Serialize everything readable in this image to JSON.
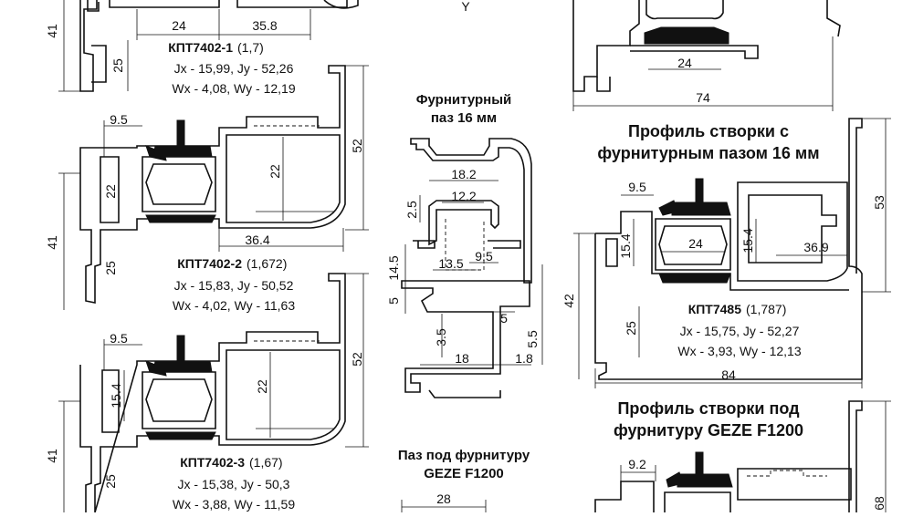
{
  "profiles": {
    "p1": {
      "code": "КПТ7402-1",
      "ratio": "(1,7)",
      "jx": "Jx - 15,99, Jy - 52,26",
      "wx": "Wx - 4,08, Wy - 12,19",
      "dims": {
        "h1": "41",
        "h2": "25",
        "w1": "24",
        "w2": "35.8"
      }
    },
    "p2": {
      "code": "КПТ7402-2",
      "ratio": "(1,672)",
      "jx": "Jx - 15,83, Jy - 50,52",
      "wx": "Wx - 4,02, Wy - 11,63",
      "dims": {
        "w1": "9.5",
        "h1": "22",
        "h2": "22",
        "h3": "52",
        "h4": "41",
        "h5": "25",
        "w2": "36.4"
      }
    },
    "p3": {
      "code": "КПТ7402-3",
      "ratio": "(1,67)",
      "jx": "Jx - 15,38, Jy - 50,3",
      "wx": "Wx - 3,88, Wy - 11,59",
      "dims": {
        "w1": "9.5",
        "h1": "15.4",
        "h2": "22",
        "h3": "52",
        "h4": "41",
        "h5": "25"
      }
    },
    "p4": {
      "code": "КПТ7485",
      "ratio": "(1,787)",
      "jx": "Jx - 15,75, Jy - 52,27",
      "wx": "Wx - 3,93, Wy - 12,13",
      "dims": {
        "w1": "9.5",
        "h1": "15.4",
        "w2": "24",
        "h2": "15.4",
        "w3": "36.9",
        "h3": "53",
        "h4": "42",
        "h5": "25",
        "w4": "84"
      }
    }
  },
  "groove16": {
    "title_line1": "Фурнитурный",
    "title_line2": "паз 16 мм",
    "dims": {
      "a": "18.2",
      "b": "12.2",
      "c": "2.5",
      "d": "13.5",
      "e": "9.5",
      "f": "14.5",
      "g": "5",
      "h": "5",
      "i": "3.5",
      "j": "5.5",
      "k": "18",
      "l": "1.8"
    }
  },
  "geze_groove": {
    "title_line1": "Паз под фурнитуру",
    "title_line2": "GEZE F1200",
    "dim": "28"
  },
  "top_right": {
    "dim1": "24",
    "dim2": "74"
  },
  "top_center_letter": "Y",
  "headings": {
    "sash16_line1": "Профиль створки с",
    "sash16_line2": "фурнитурным пазом 16 мм",
    "geze_line1": "Профиль створки под",
    "geze_line2": "фурнитуру GEZE F1200"
  },
  "bottom_right": {
    "dim1": "9.2",
    "dim2": "68"
  }
}
